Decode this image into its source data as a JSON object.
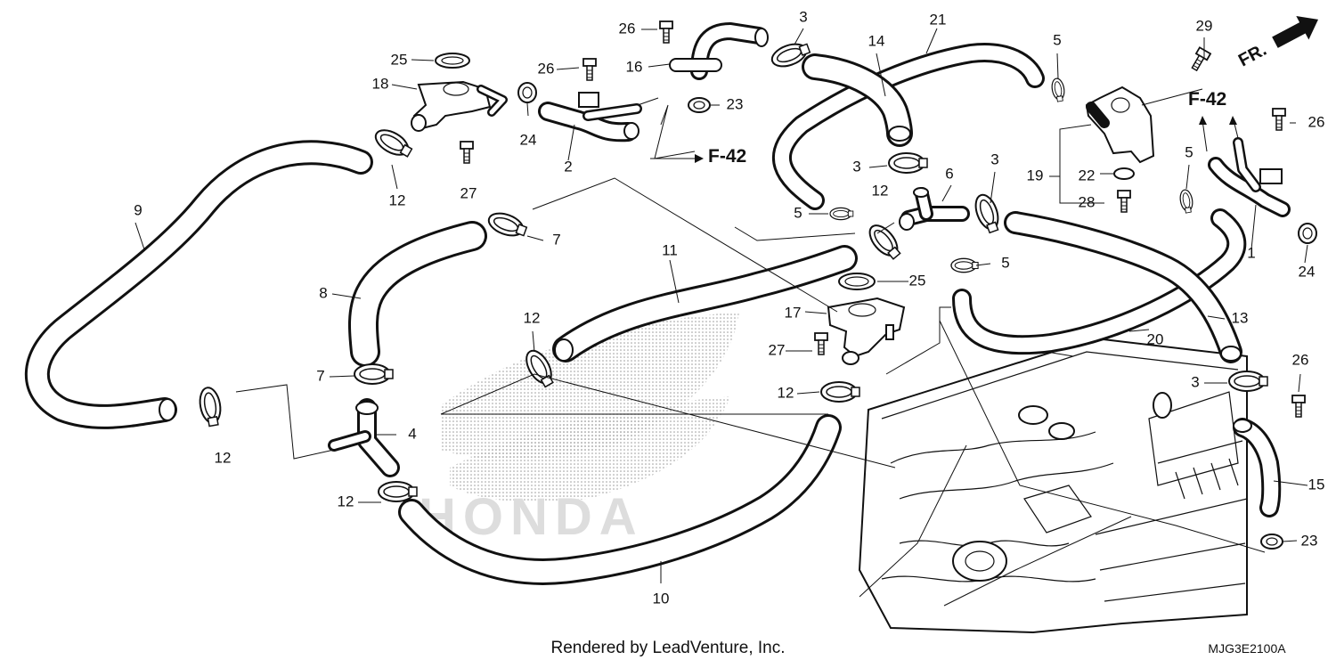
{
  "callouts": {
    "c1": "1",
    "c2": "2",
    "c3a": "3",
    "c3b": "3",
    "c3c": "3",
    "c3d": "3",
    "c4": "4",
    "c5a": "5",
    "c5b": "5",
    "c5c": "5",
    "c5d": "5",
    "c6": "6",
    "c7a": "7",
    "c7b": "7",
    "c8": "8",
    "c9": "9",
    "c10": "10",
    "c11": "11",
    "c12a": "12",
    "c12b": "12",
    "c12c": "12",
    "c12d": "12",
    "c12e": "12",
    "c12f": "12",
    "c13": "13",
    "c14": "14",
    "c15": "15",
    "c16": "16",
    "c17": "17",
    "c18": "18",
    "c19": "19",
    "c20": "20",
    "c21": "21",
    "c22": "22",
    "c23a": "23",
    "c23b": "23",
    "c24a": "24",
    "c24b": "24",
    "c25a": "25",
    "c25b": "25",
    "c26a": "26",
    "c26b": "26",
    "c26c": "26",
    "c26d": "26",
    "c27a": "27",
    "c27b": "27",
    "c28": "28",
    "c29": "29"
  },
  "references": {
    "f42_left": "F-42",
    "f42_right": "F-42"
  },
  "front_indicator": "FR.",
  "watermark": "HONDA",
  "footer": {
    "credit": "Rendered by LeadVenture, Inc.",
    "diagram_code": "MJG3E2100A"
  }
}
